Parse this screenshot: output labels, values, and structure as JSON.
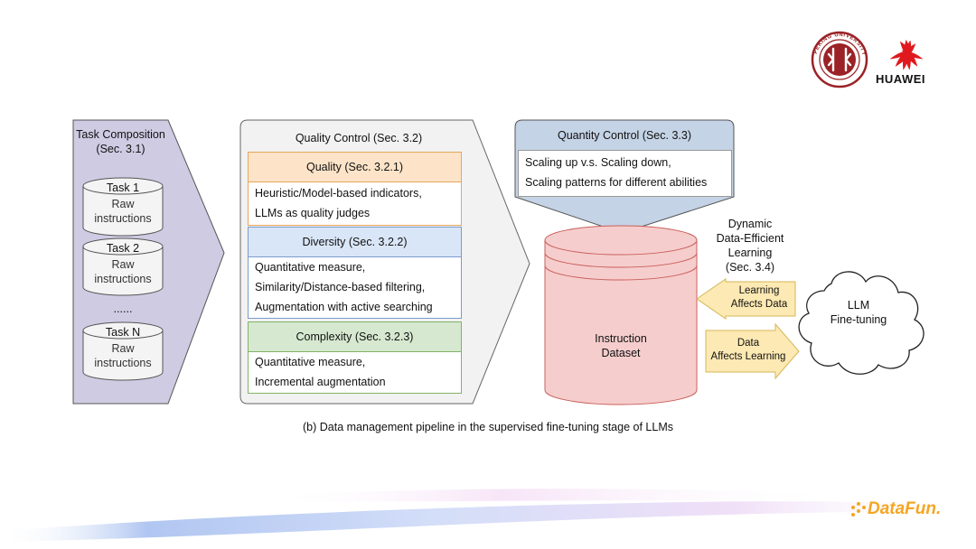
{
  "logos": {
    "university_seal_text": "PEKING UNIVERSITY 1898",
    "huawei": "HUAWEI",
    "datafun": "DataFun."
  },
  "task_composition": {
    "title": "Task Composition",
    "section": "(Sec. 3.1)",
    "tasks": [
      {
        "name": "Task 1",
        "raw": "Raw",
        "instr": "instructions"
      },
      {
        "name": "Task 2",
        "raw": "Raw",
        "instr": "instructions"
      },
      {
        "name": "Task N",
        "raw": "Raw",
        "instr": "instructions"
      }
    ],
    "ellipsis": "......"
  },
  "quality_control": {
    "title": "Quality Control (Sec. 3.2)",
    "quality": {
      "title": "Quality (Sec. 3.2.1)",
      "lines": [
        "Heuristic/Model-based indicators,",
        "LLMs as quality judges"
      ]
    },
    "diversity": {
      "title": "Diversity (Sec. 3.2.2)",
      "lines": [
        "Quantitative measure,",
        "Similarity/Distance-based filtering,",
        "Augmentation with active searching"
      ]
    },
    "complexity": {
      "title": "Complexity (Sec. 3.2.3)",
      "lines": [
        "Quantitative measure,",
        "Incremental augmentation"
      ]
    }
  },
  "quantity_control": {
    "title": "Quantity Control (Sec. 3.3)",
    "lines": [
      "Scaling up v.s. Scaling down,",
      "Scaling patterns for different abilities"
    ]
  },
  "dataset": {
    "line1": "Instruction",
    "line2": "Dataset"
  },
  "dynamic": {
    "line1": "Dynamic",
    "line2": "Data-Efficient",
    "line3": "Learning",
    "line4": "(Sec. 3.4)"
  },
  "arrow_left": {
    "line1": "Learning",
    "line2": "Affects Data"
  },
  "arrow_right": {
    "line1": "Data",
    "line2": "Affects Learning"
  },
  "llm": {
    "line1": "LLM",
    "line2": "Fine-tuning"
  },
  "caption": "(b) Data management pipeline in the supervised fine-tuning stage of LLMs",
  "colors": {
    "task_bg": "#cfcbe3",
    "qc_bg": "#f2f2f2",
    "quality_hdr": "#fde4c8",
    "quality_border": "#e5a65a",
    "diversity_hdr": "#d9e6f7",
    "diversity_border": "#7b9bcd",
    "complexity_hdr": "#d6e9d0",
    "complexity_border": "#82b366",
    "quantity_bg": "#c4d3e5",
    "dataset_bg": "#f6cdcd",
    "dataset_border": "#c9605b",
    "arrow_fill": "#fde9b3",
    "arrow_border": "#d6b656"
  }
}
